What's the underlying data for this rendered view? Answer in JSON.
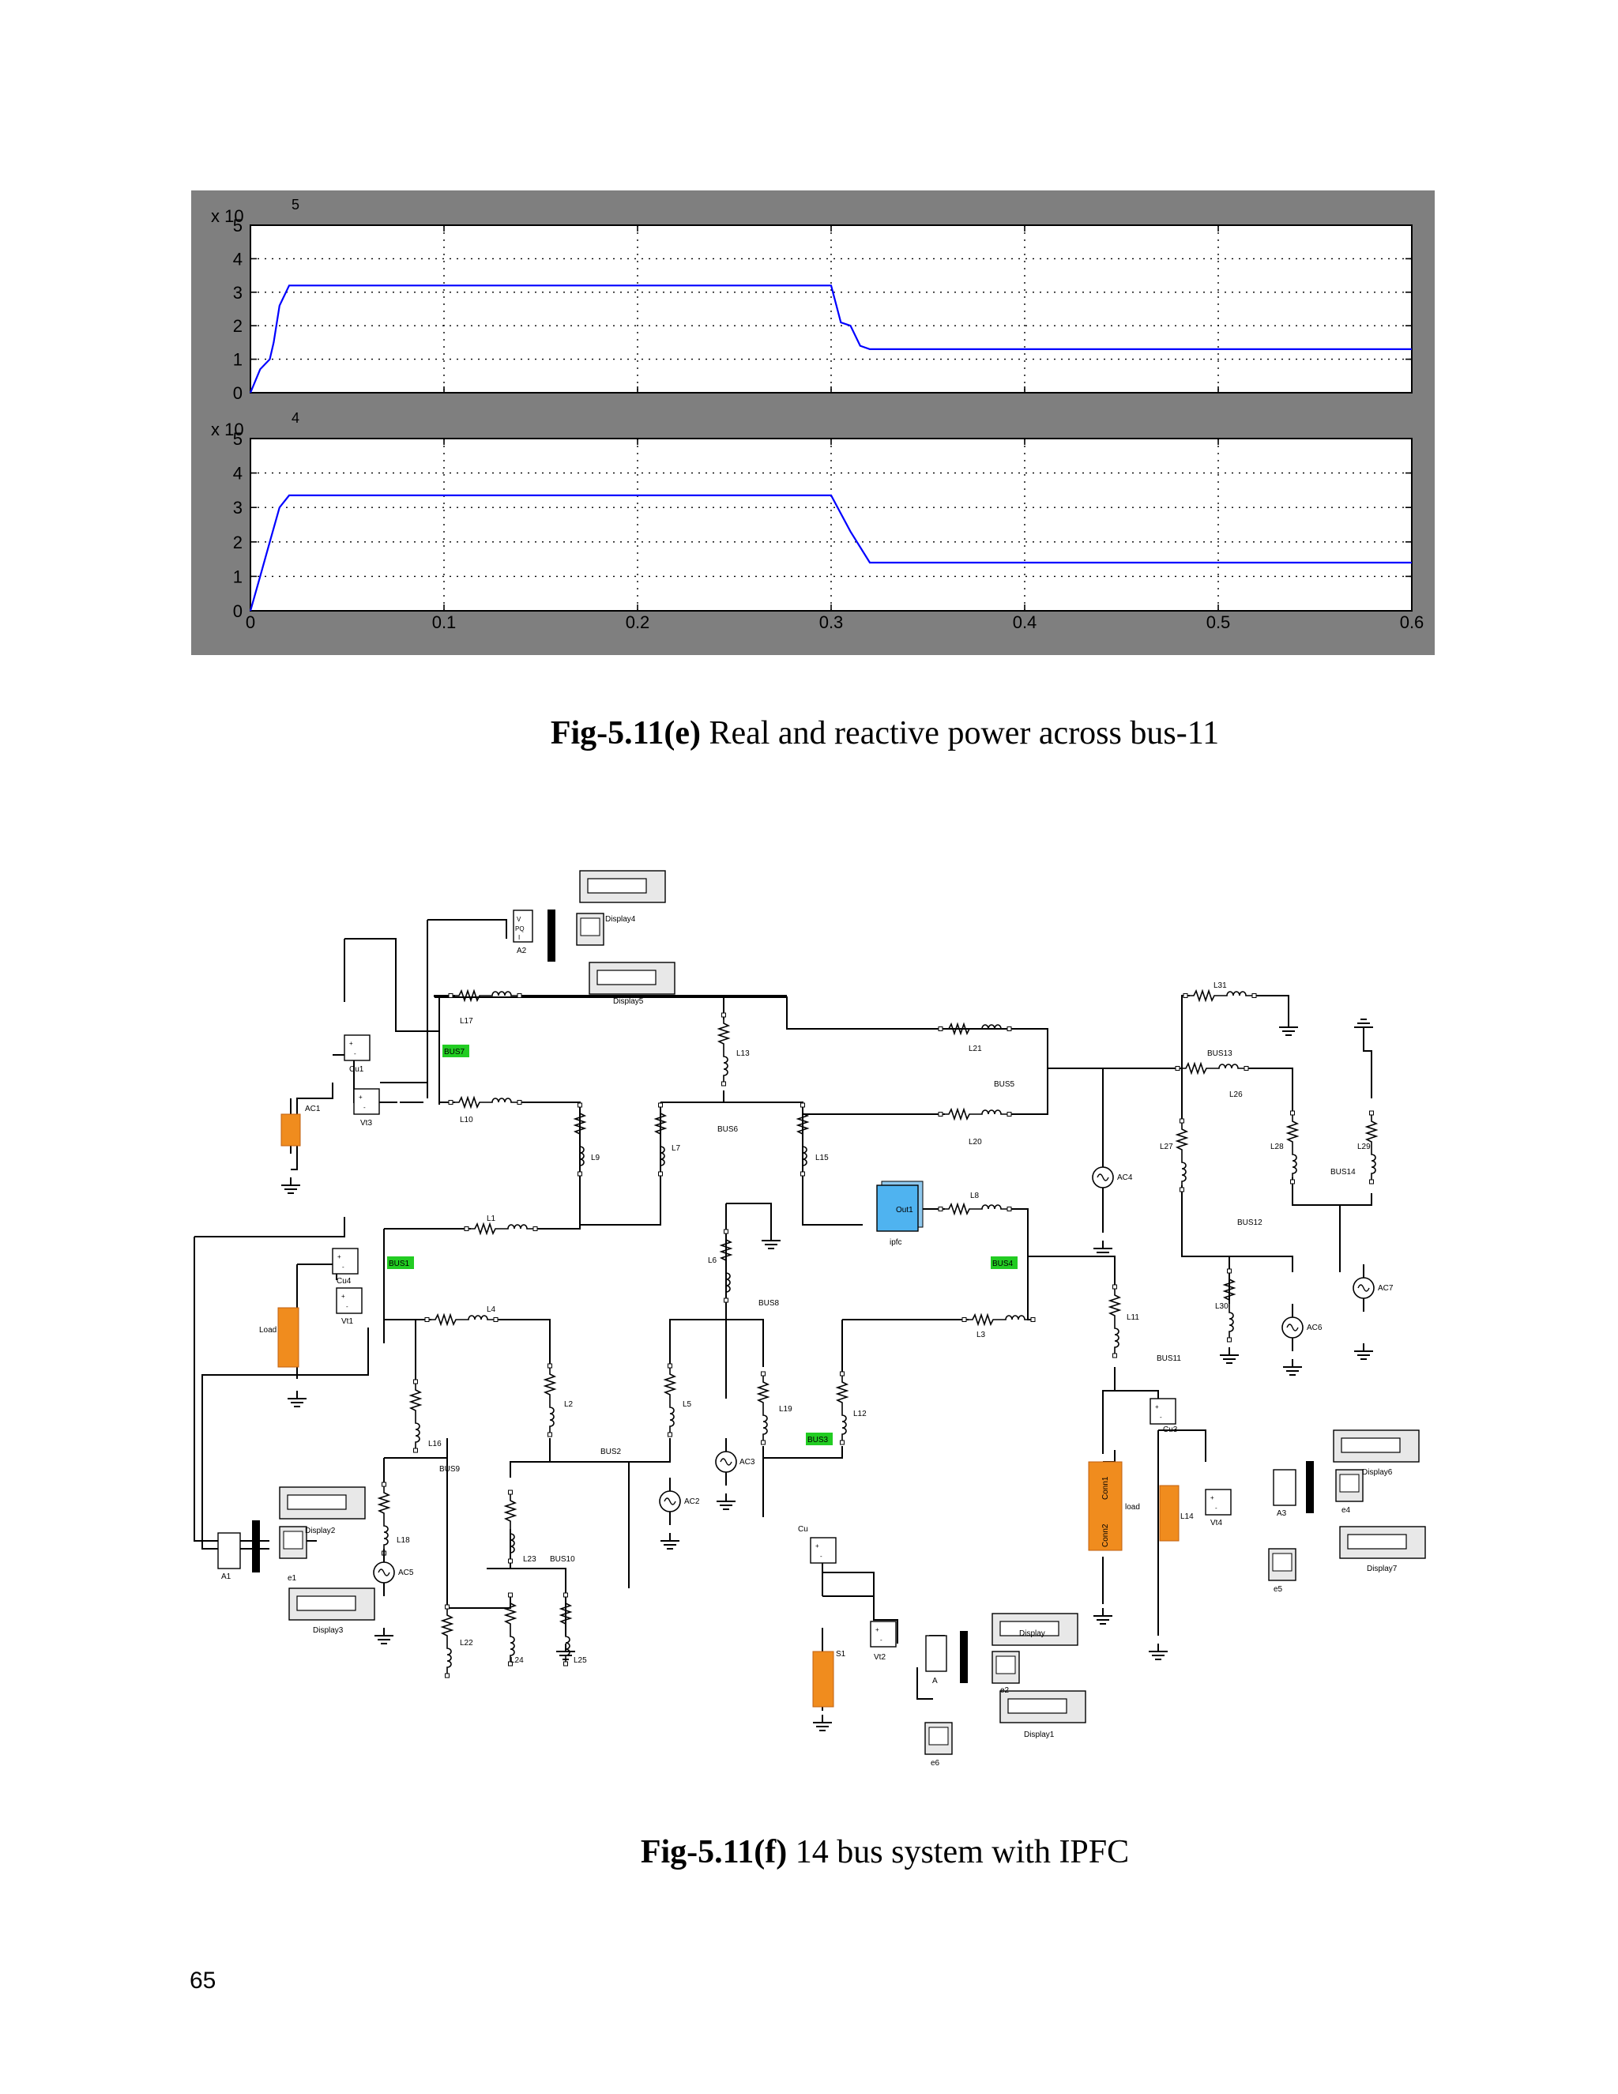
{
  "figure_e": {
    "caption_bold": "Fig-5.11(e)",
    "caption_text": " Real and reactive power across bus-11",
    "chart_data": [
      {
        "type": "line",
        "title": "",
        "xlabel": "",
        "ylabel": "",
        "multiplier_base": "x 10",
        "multiplier_exp": "5",
        "xlim": [
          0,
          0.6
        ],
        "ylim": [
          0,
          5
        ],
        "yticks": [
          "0",
          "1",
          "2",
          "3",
          "4",
          "5"
        ],
        "xticks": [],
        "grid": true,
        "line_color": "#0000ff",
        "series": [
          {
            "x": [
              0,
              0.005,
              0.01,
              0.012,
              0.015,
              0.02,
              0.3,
              0.305,
              0.31,
              0.315,
              0.32,
              0.6
            ],
            "y": [
              0,
              0.7,
              1.0,
              1.5,
              2.6,
              3.2,
              3.2,
              2.1,
              2.0,
              1.4,
              1.3,
              1.3
            ]
          }
        ]
      },
      {
        "type": "line",
        "title": "",
        "xlabel": "",
        "ylabel": "",
        "multiplier_base": "x 10",
        "multiplier_exp": "4",
        "xlim": [
          0,
          0.6
        ],
        "ylim": [
          0,
          5
        ],
        "yticks": [
          "0",
          "1",
          "2",
          "3",
          "4",
          "5"
        ],
        "xticks": [
          "0",
          "0.1",
          "0.2",
          "0.3",
          "0.4",
          "0.5",
          "0.6"
        ],
        "grid": true,
        "line_color": "#0000ff",
        "series": [
          {
            "x": [
              0,
              0.005,
              0.01,
              0.015,
              0.02,
              0.3,
              0.31,
              0.32,
              0.6
            ],
            "y": [
              0,
              1.0,
              2.0,
              3.0,
              3.35,
              3.35,
              2.3,
              1.4,
              1.4
            ]
          }
        ]
      }
    ]
  },
  "figure_f": {
    "caption_bold": "Fig-5.11(f)",
    "caption_text": " 14 bus system with IPFC",
    "colors": {
      "bus_label": "#22cc22",
      "source": "#f08c1e",
      "ipfc": "#4fb3f0"
    },
    "buses": {
      "bus7": "BUS7",
      "bus1": "BUS1",
      "bus3": "BUS3",
      "bus4": "BUS4",
      "bus13": "BUS13",
      "bus5": "BUS5",
      "bus6": "BUS6",
      "bus8": "BUS8",
      "bus2": "BUS2",
      "bus9": "BUS9",
      "bus10": "BUS10",
      "bus11": "BUS11",
      "bus12": "BUS12",
      "bus14": "BUS14"
    },
    "lines": {
      "l1": "L1",
      "l2": "L2",
      "l3": "L3",
      "l4": "L4",
      "l5": "L5",
      "l6": "L6",
      "l7": "L7",
      "l8": "L8",
      "l9": "L9",
      "l10": "L10",
      "l11": "L11",
      "l12": "L12",
      "l13": "L13",
      "l14": "L14",
      "l15": "L15",
      "l16": "L16",
      "l17": "L17",
      "l18": "L18",
      "l19": "L19",
      "l20": "L20",
      "l21": "L21",
      "l22": "L22",
      "l23": "L23",
      "l24": "L24",
      "l25": "L25",
      "l26": "L26",
      "l27": "L27",
      "l28": "L28",
      "l29": "L29",
      "l30": "L30",
      "l31": "L31"
    },
    "sources": {
      "ac1": "AC1",
      "ac2": "AC2",
      "ac3": "AC3",
      "ac4": "AC4",
      "ac5": "AC5",
      "ac6": "AC6",
      "ac7": "AC7"
    },
    "blocks": {
      "cu1": "Cu1",
      "cu3": "Cu3",
      "cu4": "Cu4",
      "cu": "Cu",
      "vt1": "Vt1",
      "vt2": "Vt2",
      "vt3": "Vt3",
      "vt4": "Vt4",
      "a": "A",
      "a1": "A1",
      "a2": "A2",
      "a3": "A3",
      "e1": "e1",
      "e2": "e2",
      "e4": "e4",
      "e5": "e5",
      "e6": "e6",
      "display": "Display",
      "display1": "Display1",
      "display2": "Display2",
      "display3": "Display3",
      "display4": "Display4",
      "display5": "Display5",
      "display6": "Display6",
      "display7": "Display7",
      "load": "Load",
      "load2": "load",
      "s1": "S1",
      "ipfc": "ipfc",
      "out1": "Out1",
      "conn1": "Conn1",
      "conn2": "Conn2",
      "port_v": "V",
      "port_pq": "PQ",
      "port_i": "I"
    }
  },
  "page_number": "65"
}
